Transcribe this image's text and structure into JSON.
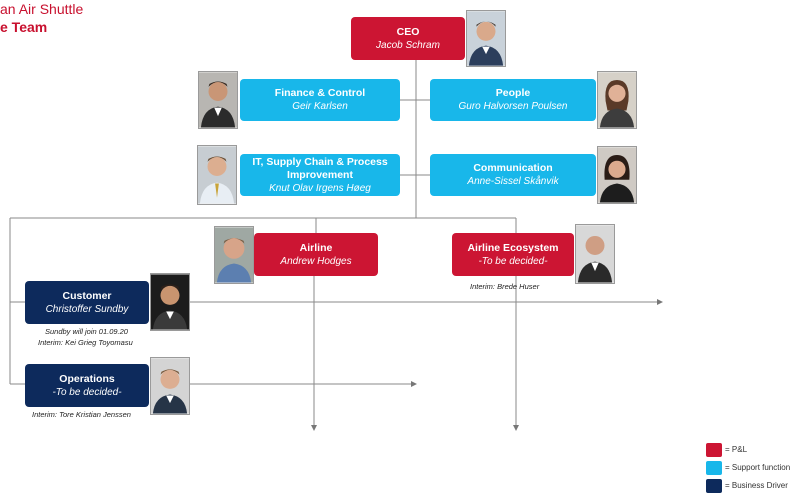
{
  "header": {
    "line1": "an Air Shuttle",
    "line2": "e Team"
  },
  "ceo": {
    "role": "CEO",
    "name": "Jacob Schram"
  },
  "finance": {
    "role": "Finance & Control",
    "name": "Geir Karlsen"
  },
  "people": {
    "role": "People",
    "name": "Guro Halvorsen Poulsen"
  },
  "it": {
    "role": "IT, Supply Chain & Process Improvement",
    "name": "Knut Olav Irgens Høeg"
  },
  "communication": {
    "role": "Communication",
    "name": "Anne-Sissel Skånvik"
  },
  "airline": {
    "role": "Airline",
    "name": "Andrew Hodges"
  },
  "ecosystem": {
    "role": "Airline Ecosystem",
    "name": "-To be decided-",
    "note": "Interim: Brede Huser"
  },
  "customer": {
    "role": "Customer",
    "name": "Christoffer Sundby",
    "note1": "Sundby will join 01.09.20",
    "note2": "Interim: Kei Grieg Toyomasu"
  },
  "operations": {
    "role": "Operations",
    "name": "-To be decided-",
    "note": "Interim: Tore Kristian Jenssen"
  },
  "legend": {
    "items": [
      {
        "label": "= P&L",
        "color": "#cc1533"
      },
      {
        "label": "= Support function",
        "color": "#18b7ea"
      },
      {
        "label": "= Business Driver",
        "color": "#0d2a5c"
      }
    ]
  }
}
